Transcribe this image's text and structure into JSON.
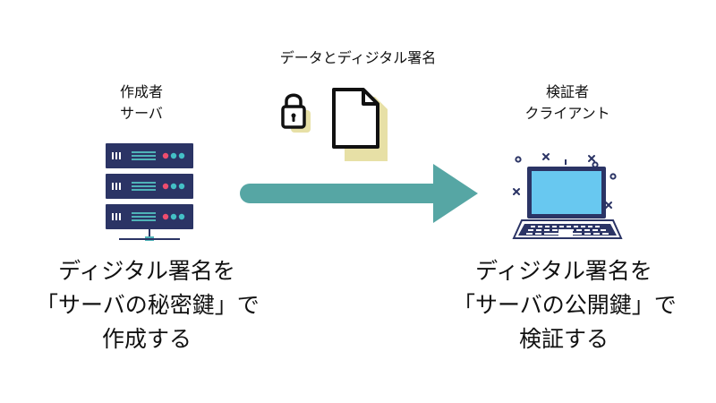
{
  "data_label": "データとディジタル署名",
  "creator": {
    "role": "作成者",
    "name": "サーバ",
    "description_lines": [
      "ディジタル署名を",
      "「サーバの秘密鍵」で",
      "作成する"
    ]
  },
  "verifier": {
    "role": "検証者",
    "name": "クライアント",
    "description_lines": [
      "ディジタル署名を",
      "「サーバの公開鍵」で",
      "検証する"
    ]
  },
  "icons": {
    "server": "server-icon",
    "lock": "lock-icon",
    "document": "document-icon",
    "arrow": "arrow-right-icon",
    "laptop": "laptop-icon"
  },
  "colors": {
    "server_fill": "#2b3465",
    "server_stripe": "#4fb3b8",
    "server_led_red": "#ef4d6e",
    "server_led_teal": "#44c0c6",
    "arrow": "#56a6a4",
    "laptop_screen": "#68c8f0",
    "laptop_outline": "#2b3465",
    "document_fill": "#e7e0a6",
    "lock_fill": "#e7e0a6"
  }
}
